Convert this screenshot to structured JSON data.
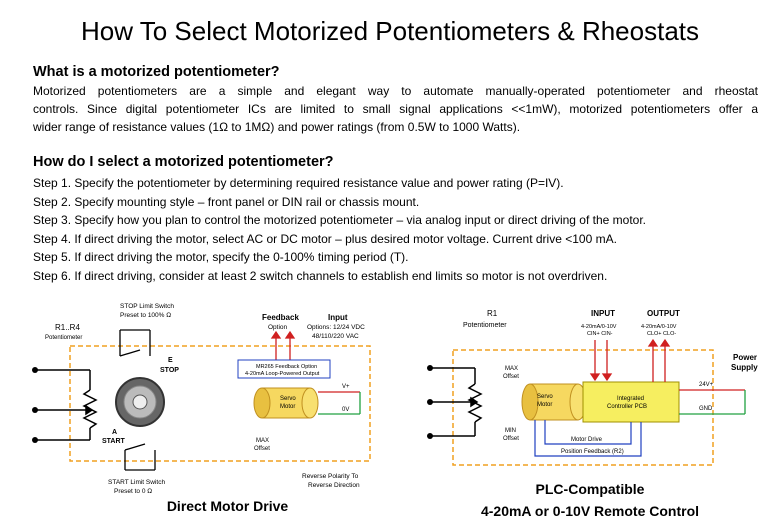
{
  "title": "How To Select Motorized Potentiometers & Rheostats",
  "section1": {
    "heading": "What is a motorized potentiometer?",
    "line1": "Motorized potentiometers are a simple and elegant way to automate manually-operated potentiometer and rheostat",
    "line2": "controls.  Since digital potentiometer ICs are limited to small signal applications <<1mW), motorized  potentiometers offer a",
    "line3": "wider range of resistance values (1Ω to 1MΩ) and power ratings (from 0.5W to 1000 Watts)."
  },
  "section2": {
    "heading": "How do I select a motorized potentiometer?",
    "steps": [
      "Step 1.  Specify the potentiometer by determining required resistance value and power rating  (P=IV).",
      "Step 2.  Specify mounting style – front panel or DIN rail or chassis mount.",
      "Step 3.  Specify how you plan to control the motorized potentiometer – via analog input or direct driving of the motor.",
      "Step 4.  If direct driving the motor, select AC or DC motor – plus desired motor voltage.  Current drive <100 mA.",
      "Step 5.  If direct driving the motor, specify the 0-100% timing period (T).",
      "Step 6.  If direct driving, consider at least 2 switch channels to establish end limits so motor is not overdriven."
    ]
  },
  "diagram_left": {
    "pot_label": "R1..R4",
    "pot_sub": "Potentiometer",
    "stop_switch_1": "STOP Limit Switch",
    "stop_switch_2": "Preset to 100% Ω",
    "e_label": "E",
    "stop_label": "STOP",
    "a_label": "A",
    "start_label": "START",
    "start_switch_1": "START Limit Switch",
    "start_switch_2": "Preset to 0 Ω",
    "feedback_1": "Feedback",
    "feedback_2": "Option",
    "input_1": "Input",
    "input_2": "Options: 12/24 VDC",
    "input_3": "48/110/220 VAC",
    "mr_1": "MR265 Feedback Option",
    "mr_2": "4-20mA Loop-Powered Output",
    "motor_1": "Servo",
    "motor_2": "Motor",
    "vplus": "V+",
    "zerov": "0V",
    "max_1": "MAX",
    "max_2": "Offset",
    "reverse_1": "Reverse Polarity To",
    "reverse_2": "Reverse Direction",
    "caption": "Direct Motor Drive"
  },
  "diagram_right": {
    "pot_label": "R1",
    "pot_sub": "Potentiometer",
    "input_label": "INPUT",
    "output_label": "OUTPUT",
    "in_1": "4-20mA/0-10V",
    "in_2": "CIN+  CIN-",
    "out_1": "4-20mA/0-10V",
    "out_2": "CLO+  CLO-",
    "power_1": "Power",
    "power_2": "Supply",
    "v24": "24V+",
    "gnd": "GND",
    "max_1": "MAX",
    "max_2": "Offset",
    "min_1": "MIN",
    "min_2": "Offset",
    "motor_1": "Servo",
    "motor_2": "Motor",
    "ctrl_1": "Integrated",
    "ctrl_2": "Controller PCB",
    "motor_drive": "Motor Drive",
    "pos_feedback": "Position Feedback (R2)",
    "caption_1": "PLC-Compatible",
    "caption_2": "4-20mA or 0-10V Remote Control"
  }
}
